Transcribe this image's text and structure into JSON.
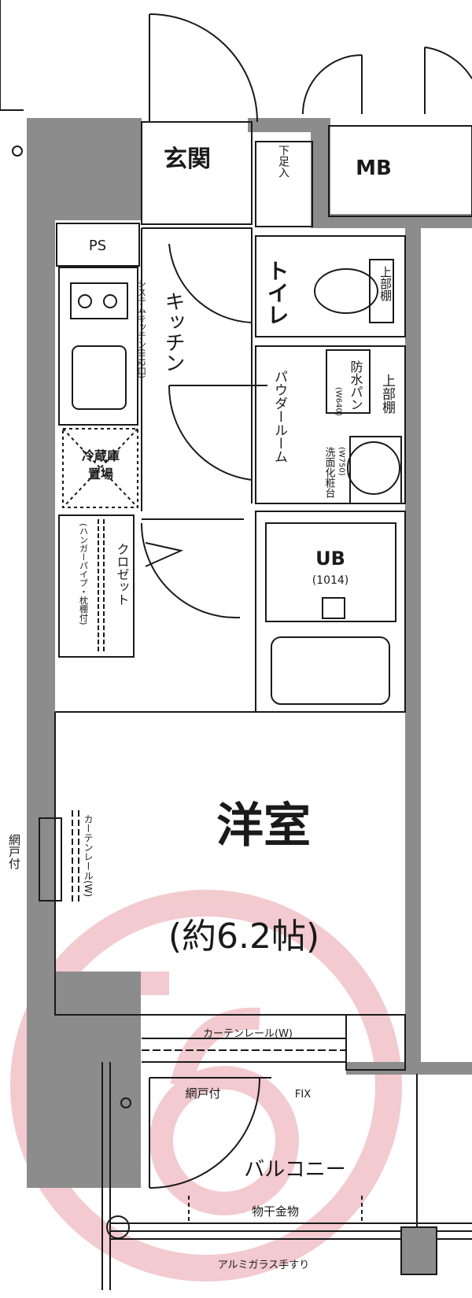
{
  "rooms": {
    "genkan": "玄関",
    "getabako": "下足入",
    "mb": "MB",
    "ps": "PS",
    "toilet": "トイレ",
    "kitchen": "キッチン",
    "system_kitchen": "システムキッチン(IH2口)",
    "fridge": [
      "冷蔵庫",
      "置場"
    ],
    "powder": "パウダールーム",
    "upper_shelf_1": "上部棚",
    "upper_shelf_2": "上部棚",
    "waterproof_pan": "防水パン",
    "waterproof_pan_note": "(W640)",
    "washbasin": "洗面化粧台",
    "washbasin_note": "(W750)",
    "closet": "クロゼット",
    "hanger_pipe": "(ハンガーパイプ・枕棚付)",
    "ub": "UB",
    "ub_size": "(1014)",
    "western": "洋室",
    "western_size": "(約6.2帖)",
    "curtain_rail_side": "カーテンレール(W)",
    "screen_side": "網戸付",
    "curtain_rail_top": "カーテンレール(W)",
    "screen_front": "網戸付",
    "fix": "FIX",
    "balcony": "バルコニー",
    "laundry": "物干金物",
    "handrail": "アルミガラス手すり"
  },
  "colors": {
    "wall": "#8c8c8c",
    "line": "#1a1a1a",
    "watermark": "#e8a0a8"
  }
}
